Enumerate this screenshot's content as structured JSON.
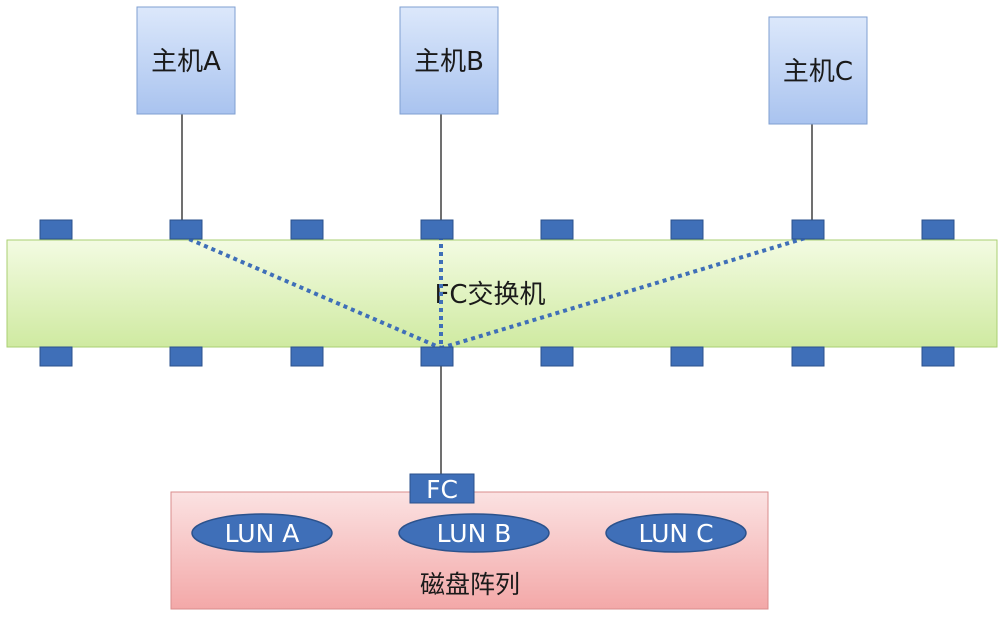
{
  "hosts": [
    {
      "label": "主机A"
    },
    {
      "label": "主机B"
    },
    {
      "label": "主机C"
    }
  ],
  "switch": {
    "label": "FC交换机"
  },
  "storage": {
    "port_label": "FC",
    "label": "磁盘阵列",
    "luns": [
      {
        "label": "LUN A"
      },
      {
        "label": "LUN B"
      },
      {
        "label": "LUN C"
      }
    ]
  },
  "colors": {
    "host_fill_top": "#dce8fb",
    "host_fill_bottom": "#a9c3ef",
    "host_border": "#7f9fd1",
    "switch_fill_top": "#f3fbe2",
    "switch_fill_bottom": "#cfeaa1",
    "switch_border": "#a9cf72",
    "port_fill": "#3f6fb8",
    "port_border": "#2b528c",
    "storage_fill_top": "#fbdede",
    "storage_fill_bottom": "#f3a8a8",
    "storage_border": "#d98c8c",
    "lun_fill": "#3f6fb8",
    "zoning_line": "#3f6fb8"
  }
}
